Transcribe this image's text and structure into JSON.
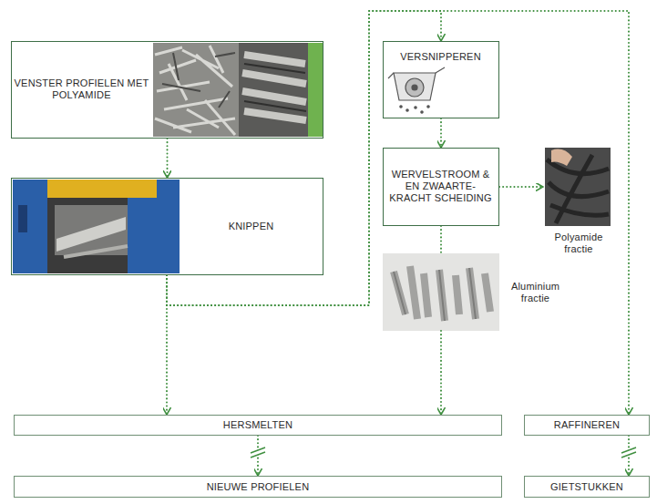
{
  "diagram": {
    "nodes": [
      {
        "text": [
          "VENSTER PROFIELEN MET POLYAMIDE"
        ]
      },
      {
        "text": [
          "KNIPPEN"
        ]
      },
      {
        "text": [
          "VERSNIPPEREN"
        ]
      },
      {
        "text": [
          "WERVELSTROOM & EN ZWAARTE-KRACHT SCHEIDING"
        ]
      },
      {
        "text": [
          "Polyamide fractie"
        ]
      },
      {
        "text": [
          "Aluminium fractie"
        ]
      },
      {
        "text": [
          "HERSMELTEN"
        ]
      },
      {
        "text": [
          "RAFFINEREN"
        ]
      },
      {
        "text": [
          "NIEUWE PROFIELEN"
        ]
      },
      {
        "text": [
          "GIETSTUKKEN"
        ]
      }
    ],
    "edges": [
      {
        "from": 0,
        "to": 1,
        "arrow": "to"
      },
      {
        "from": 1,
        "to": 6,
        "arrow": "to"
      },
      {
        "from": 1,
        "to": 2,
        "arrow": "to"
      },
      {
        "from": 1,
        "to": 7,
        "arrow": "to"
      },
      {
        "from": 2,
        "to": 3,
        "arrow": "to"
      },
      {
        "from": 3,
        "to": 4,
        "arrow": "to"
      },
      {
        "from": 3,
        "to": 5,
        "arrow": "none"
      },
      {
        "from": 5,
        "to": 6,
        "arrow": "to"
      },
      {
        "from": 6,
        "to": 8,
        "arrow": "to"
      },
      {
        "from": 7,
        "to": 9,
        "arrow": "to"
      }
    ]
  }
}
